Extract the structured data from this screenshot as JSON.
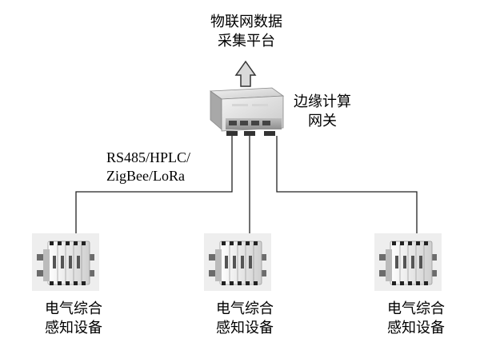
{
  "platform": {
    "line1": "物联网数据",
    "line2": "采集平台"
  },
  "gateway": {
    "line1": "边缘计算",
    "line2": "网关"
  },
  "protocol": {
    "line1": "RS485/HPLC/",
    "line2": "ZigBee/LoRa"
  },
  "devices": [
    {
      "line1": "电气综合",
      "line2": "感知设备"
    },
    {
      "line1": "电气综合",
      "line2": "感知设备"
    },
    {
      "line1": "电气综合",
      "line2": "感知设备"
    }
  ],
  "colors": {
    "line": "#222222",
    "arrow_fill": "#dcdcdc",
    "device_body": "#e4e4e4"
  }
}
